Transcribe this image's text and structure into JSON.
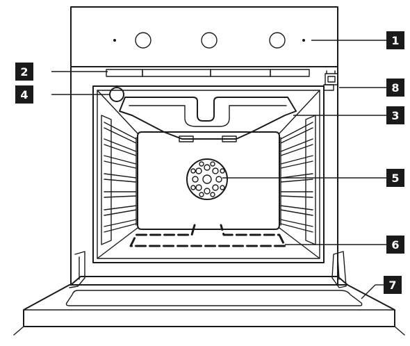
{
  "callouts": [
    {
      "id": "1",
      "label": "1"
    },
    {
      "id": "2",
      "label": "2"
    },
    {
      "id": "3",
      "label": "3"
    },
    {
      "id": "4",
      "label": "4"
    },
    {
      "id": "5",
      "label": "5"
    },
    {
      "id": "6",
      "label": "6"
    },
    {
      "id": "7",
      "label": "7"
    },
    {
      "id": "8",
      "label": "8"
    }
  ],
  "components": {
    "control_panel": {
      "knob_count": 3
    },
    "colors": {
      "line": "#1a1a1a",
      "background": "#ffffff",
      "badge": "#1a1a1a",
      "badge_text": "#ffffff"
    }
  }
}
